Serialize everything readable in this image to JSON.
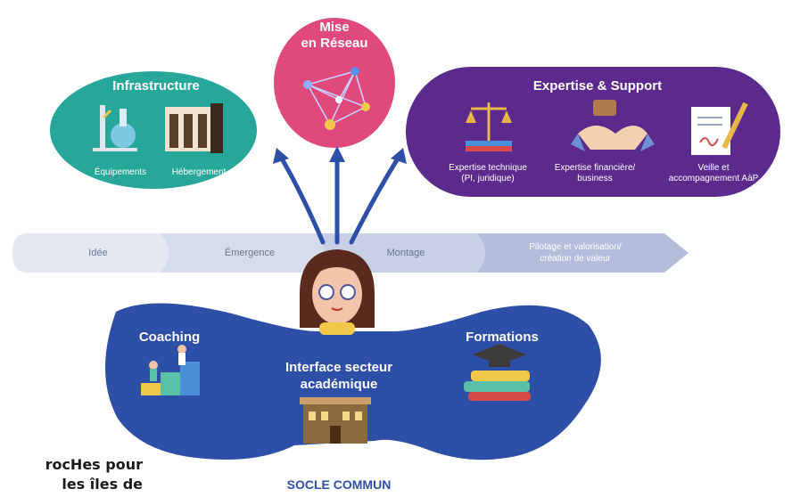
{
  "infrastructure": {
    "title": "Infrastructure",
    "items": [
      "Équipements",
      "Hébergement"
    ],
    "color": "#27a79a"
  },
  "network": {
    "title_line1": "Mise",
    "title_line2": "en Réseau",
    "color": "#e0497c"
  },
  "expertise": {
    "title": "Expertise & Support",
    "items": [
      {
        "line1": "Expertise technique",
        "line2": "(PI, juridique)"
      },
      {
        "line1": "Expertise financière/",
        "line2": "business"
      },
      {
        "line1": "Veille et",
        "line2": "accompagnement AàP"
      }
    ],
    "color": "#5b2a8c"
  },
  "stages": [
    {
      "label": "Idée"
    },
    {
      "label": "Émergence"
    },
    {
      "label": "Montage"
    },
    {
      "label_line1": "Pilotage et valorisation/",
      "label_line2": "création de valeur"
    }
  ],
  "socle": {
    "coaching": "Coaching",
    "formations": "Formations",
    "interface_line1": "Interface secteur",
    "interface_line2": "académique",
    "footer": "SOCLE COMMUN",
    "color": "#2d4fa8"
  },
  "side_text": {
    "line1": "rocHes pour",
    "line2": "les îles de"
  }
}
